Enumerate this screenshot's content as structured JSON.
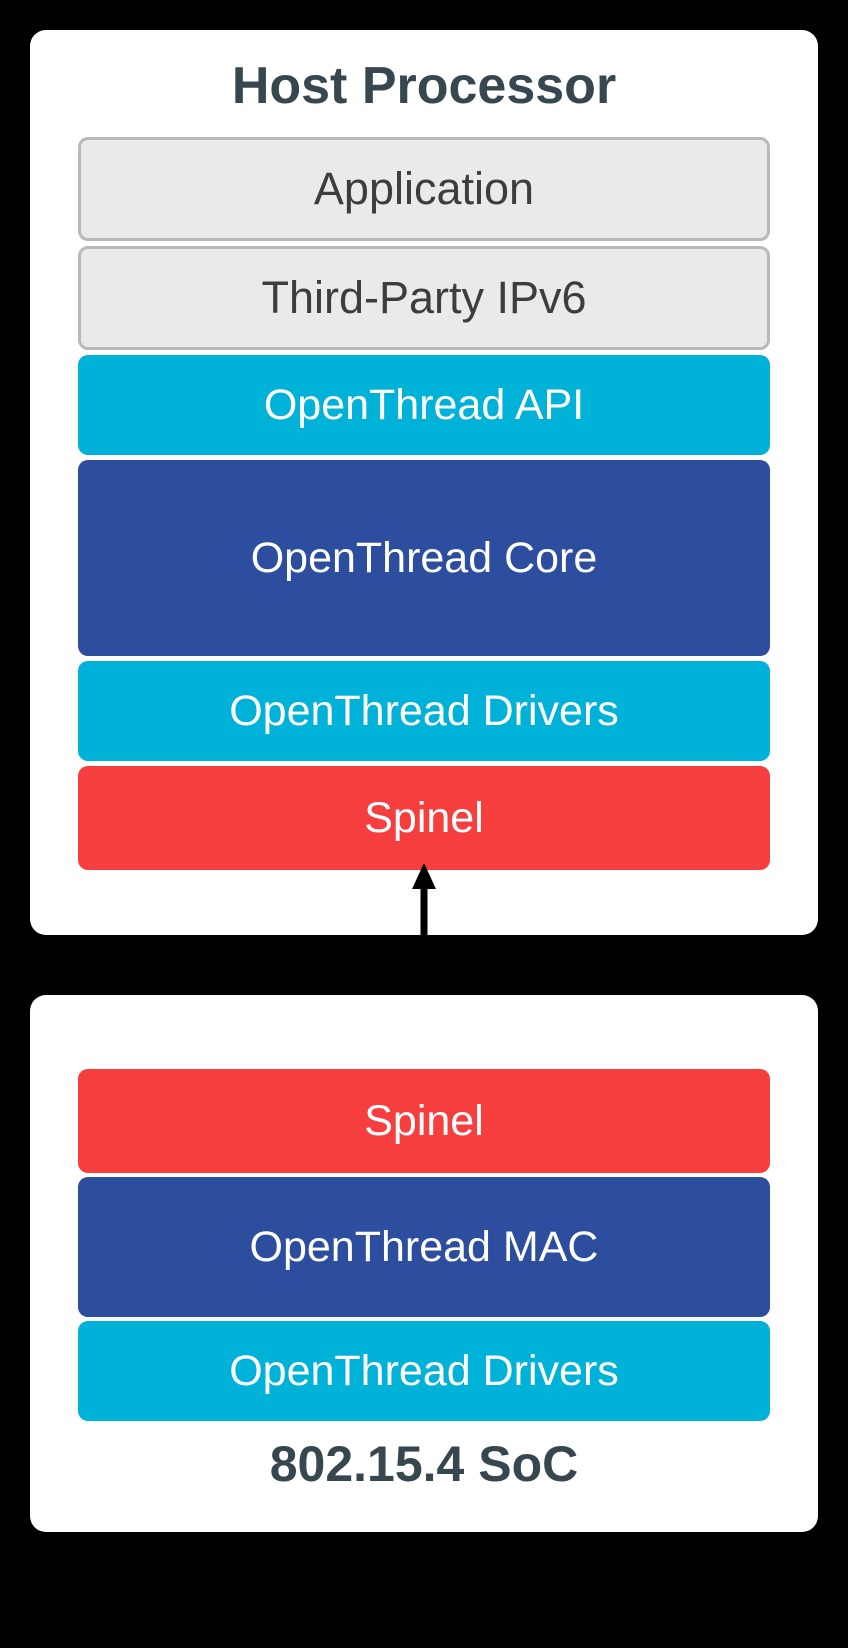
{
  "colors": {
    "canvas_bg": "#000000",
    "cyan": "#00b1d8",
    "navy": "#2d4d9e",
    "red": "#f73e3e",
    "gray_fill": "#eaeaea",
    "gray_border": "#b9b9b9",
    "title_text": "#37474f",
    "arrow": "#000000"
  },
  "host": {
    "title": "Host Processor",
    "layers": [
      {
        "label": "Application",
        "style": "gray"
      },
      {
        "label": "Third-Party IPv6",
        "style": "gray"
      },
      {
        "label": "OpenThread API",
        "style": "cyan"
      },
      {
        "label": "OpenThread Core",
        "style": "navy"
      },
      {
        "label": "OpenThread Drivers",
        "style": "cyan"
      },
      {
        "label": "Spinel",
        "style": "red"
      }
    ]
  },
  "connector": {
    "type": "double-headed-arrow",
    "orientation": "vertical"
  },
  "soc": {
    "title": "802.15.4 SoC",
    "layers": [
      {
        "label": "Spinel",
        "style": "red"
      },
      {
        "label": "OpenThread MAC",
        "style": "navy"
      },
      {
        "label": "OpenThread Drivers",
        "style": "cyan"
      }
    ]
  }
}
